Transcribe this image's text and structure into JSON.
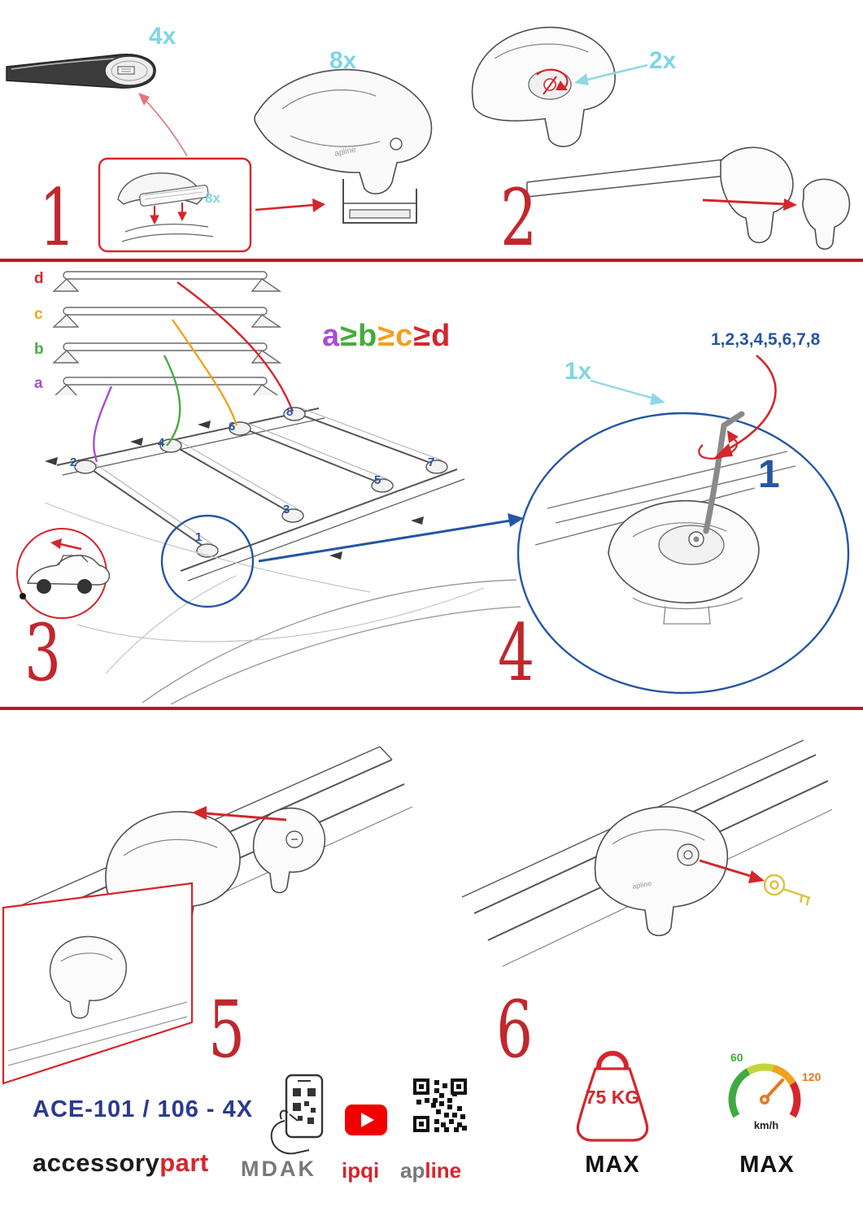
{
  "palette": {
    "step_red": "#c1272d",
    "cyan": "#7fd6e2",
    "blue": "#2456a4",
    "navy": "#2b3990",
    "purple": "#a64fd0",
    "green": "#45ac3c",
    "orange": "#f0a11e",
    "red": "#d6252c",
    "key_yellow": "#dfc13e"
  },
  "steps": {
    "one": {
      "number": "1",
      "bar_qty": "4x",
      "clamp_qty": "8x",
      "pad_qty": "8x"
    },
    "two": {
      "number": "2",
      "knob_qty": "2x"
    },
    "three": {
      "number": "3",
      "bar_labels": [
        {
          "t": "d",
          "c": "#d6252c"
        },
        {
          "t": "c",
          "c": "#f0a11e"
        },
        {
          "t": "b",
          "c": "#45ac3c"
        },
        {
          "t": "a",
          "c": "#a64fd0"
        }
      ],
      "formula": [
        {
          "t": "a",
          "c": "#a64fd0"
        },
        {
          "t": "≥",
          "c": "#45ac3c"
        },
        {
          "t": "b",
          "c": "#45ac3c"
        },
        {
          "t": "≥",
          "c": "#f0a11e"
        },
        {
          "t": "c",
          "c": "#f0a11e"
        },
        {
          "t": "≥",
          "c": "#d6252c"
        },
        {
          "t": "d",
          "c": "#d6252c"
        }
      ],
      "roof_positions": [
        "1",
        "2",
        "3",
        "4",
        "5",
        "6",
        "7",
        "8"
      ]
    },
    "four": {
      "number": "4",
      "tool_qty": "1x",
      "tighten_sequence": "1,2,3,4,5,6,7,8",
      "first_position": "1"
    },
    "five": {
      "number": "5"
    },
    "six": {
      "number": "6"
    }
  },
  "foot_logo": "apline",
  "footer": {
    "model": "ACE-101 / 106 - 4X",
    "brand": {
      "first": "accessory",
      "second": "part"
    },
    "logos": {
      "mdak": "MDAK",
      "ipqi": "ipqi",
      "ap": "ap",
      "line": "line"
    },
    "weight_limit": {
      "value": "75 KG",
      "label": "MAX"
    },
    "speed_limit": {
      "low": "60",
      "high": "120",
      "unit": "km/h",
      "label": "MAX"
    }
  }
}
